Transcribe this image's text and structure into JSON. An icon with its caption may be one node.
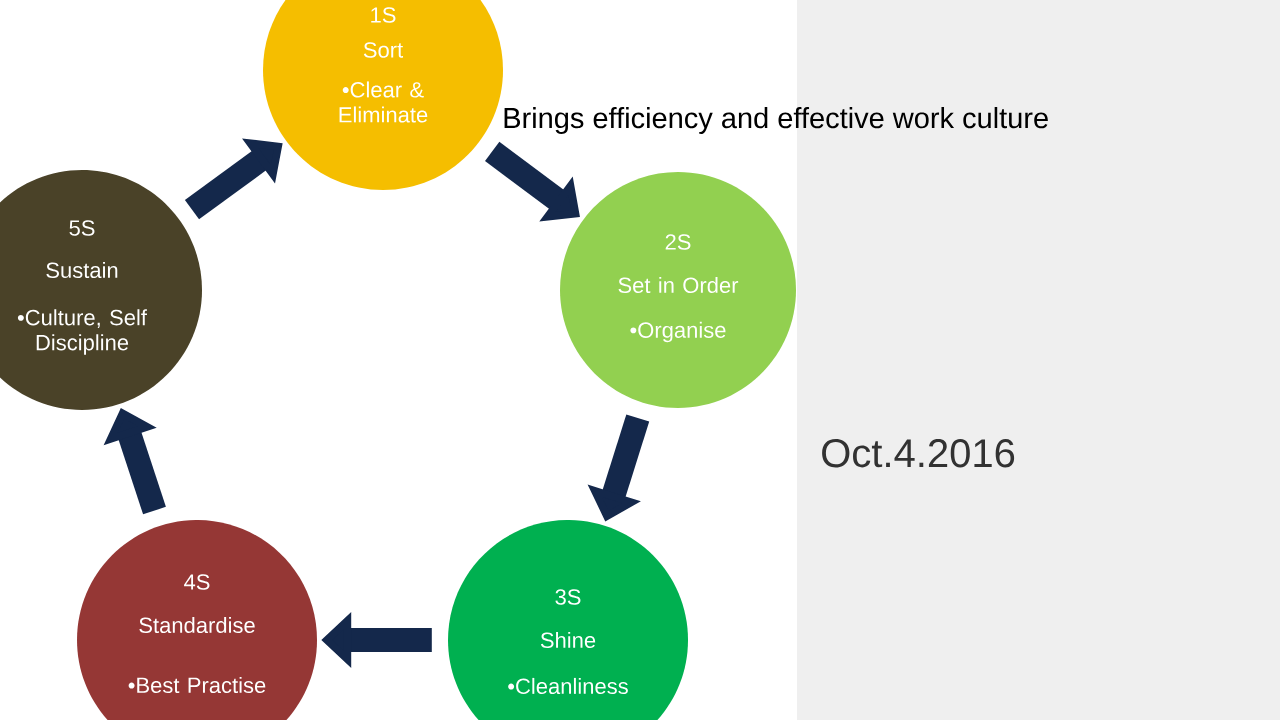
{
  "diagram": {
    "title": "Brings efficiency and effective work culture",
    "nodes": [
      {
        "text": [
          "1S",
          "Sort",
          "•Clear & Eliminate"
        ]
      },
      {
        "text": [
          "2S",
          "Set in Order",
          "•Organise"
        ]
      },
      {
        "text": [
          "3S",
          "Shine",
          "•Cleanliness"
        ]
      },
      {
        "text": [
          "4S",
          "Standardise",
          "•Best Practise"
        ]
      },
      {
        "text": [
          "5S",
          "Sustain",
          "•Culture, Self Discipline"
        ]
      }
    ],
    "edges": [
      {
        "from": 0,
        "to": 1,
        "arrow": "to"
      },
      {
        "from": 1,
        "to": 2,
        "arrow": "to"
      },
      {
        "from": 2,
        "to": 3,
        "arrow": "to"
      },
      {
        "from": 3,
        "to": 4,
        "arrow": "to"
      },
      {
        "from": 4,
        "to": 0,
        "arrow": "to"
      }
    ],
    "labels": [
      "Oct.4.2016"
    ]
  }
}
